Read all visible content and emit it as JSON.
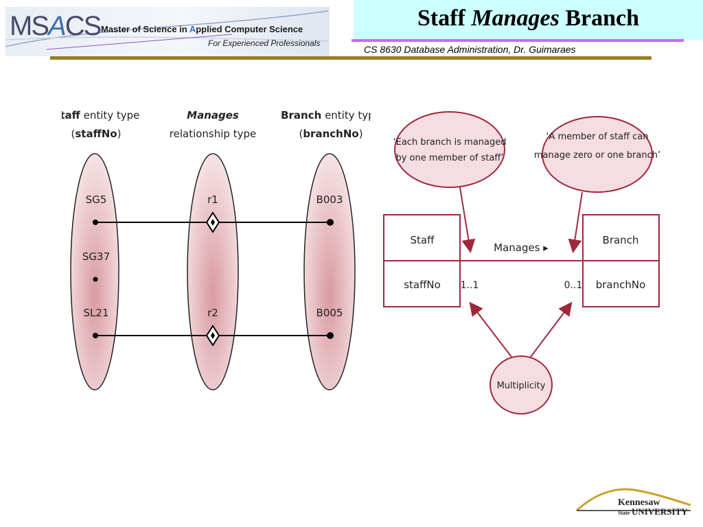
{
  "header": {
    "logo_ms": "MS",
    "logo_a": "A",
    "logo_cs": "CS",
    "logo_subtitle_pre": "Master of Science in ",
    "logo_subtitle_a": "A",
    "logo_subtitle_post": "pplied Computer Science",
    "logo_tagline": "For Experienced Professionals",
    "title_part1": "Staff ",
    "title_italic": "Manages",
    "title_part2": " Branch",
    "course": "CS 8630 Database Administration, Dr. Guimaraes"
  },
  "left_diagram": {
    "staff_heading_bold": "Staff",
    "staff_heading_rest": " entity type",
    "staff_key_bold": "staffNo",
    "manages_heading": "Manages",
    "manages_sub": "relationship type",
    "branch_heading_bold": "Branch",
    "branch_heading_rest": " entity type",
    "branch_key_bold": "branchNo",
    "staff_items": [
      "SG5",
      "SG37",
      "SL21"
    ],
    "relationship_items": [
      "r1",
      "r2"
    ],
    "branch_items": [
      "B003",
      "B005"
    ]
  },
  "right_diagram": {
    "left_note": [
      "‘Each branch is managed",
      "by one member of staff’"
    ],
    "right_note": [
      "‘A member of staff can",
      "manage zero or one branch’"
    ],
    "staff_entity": "Staff",
    "staff_attr": "staffNo",
    "relationship_label": "Manages ▸",
    "branch_entity": "Branch",
    "branch_attr": "branchNo",
    "left_multiplicity": "1..1",
    "right_multiplicity": "0..1",
    "multiplicity_bubble": "Multiplicity"
  },
  "footer": {
    "university_line1": "Kennesaw",
    "university_line2_small": "State",
    "university_line2": "UNIVERSITY"
  },
  "colors": {
    "diagram_red": "#a0283c",
    "bubble_fill": "#f5dde1",
    "oval_fill": "#e7b3b8",
    "title_bg": "#ccffff",
    "gold_rule": "#9a7b1e",
    "purple_rule": "#cc66ff"
  }
}
